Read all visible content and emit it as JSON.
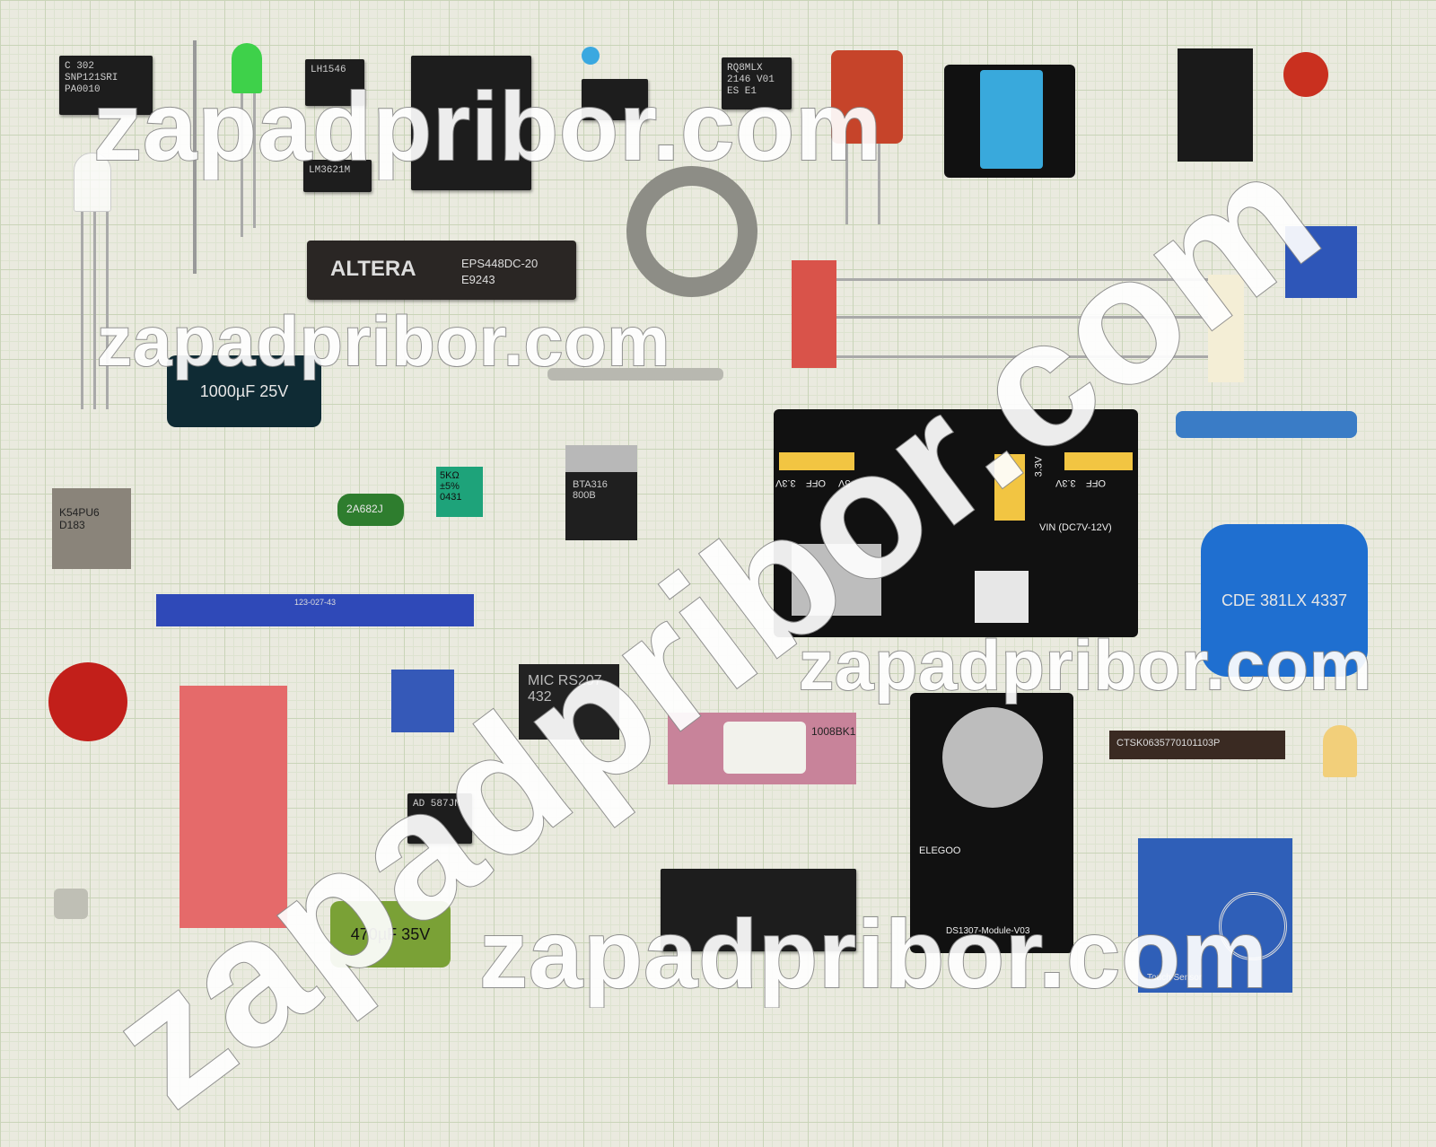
{
  "watermark": "zapadpribor.com",
  "components": {
    "altera_logo": "ALTERA",
    "altera_part": "EPS448DC-20",
    "altera_code": "E9243",
    "chip_top_left": "C 302 SNP121SRI PA0010",
    "chip_lh": "LH1546",
    "chip_lm": "LM3621M",
    "chip_rq": "RQ8MLX 2146 V01 ES E1",
    "cap_1000": "1000µF 25V",
    "trimmer": "5KΩ ±5% 0431",
    "triac": "BTA316 800B",
    "film_cap": "2A682J",
    "k54": "K54PU6 D183",
    "bridge": "MIC RS207 432",
    "opamp": "AD 587JN",
    "cap_470": "470µF 35V",
    "cap_cde": "CDE 381LX 4337",
    "power_module_vin": "VIN (DC7V-12V)",
    "power_3v3": "3.3V",
    "power_5v": "5V",
    "power_off": "OFF",
    "rtc_module": "DS1307-Module-V03",
    "rtc_brand": "ELEGOO",
    "res_network": "CTSK0635770101103P",
    "ceramic_ic": "1008BK1",
    "touch_sensor": "Touch Sensor",
    "edge_conn": "123-027-43"
  },
  "colors": {
    "background": "#eaeadf",
    "grid": "#c9d4b8",
    "watermark_stroke": "#8a8a8a"
  }
}
